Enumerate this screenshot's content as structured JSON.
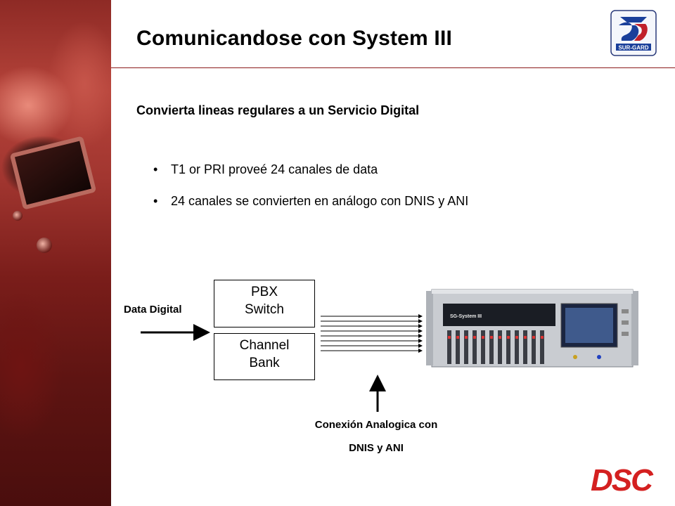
{
  "slide": {
    "title": "Comunicandose con System III",
    "subtitle": "Convierta lineas regulares a un Servicio Digital",
    "bullets": [
      "T1 or PRI proveé 24 canales de data",
      "24 canales se convierten en análogo con DNIS y ANI"
    ]
  },
  "diagram": {
    "pbx_line1": "PBX",
    "pbx_line2": "Switch",
    "channel_line1": "Channel",
    "channel_line2": "Bank",
    "input_label": "Data Digital",
    "conexion_line1": "Conexión Analogica con",
    "conexion_line2": "DNIS y ANI",
    "device_label": "SG-System III"
  },
  "logos": {
    "top_logo_text": "SUR-GARD",
    "bottom_logo_text": "DSC"
  },
  "colors": {
    "accent_red": "#8b1a1a",
    "dsc_red": "#d42020",
    "surgard_blue": "#1a3f9a"
  }
}
